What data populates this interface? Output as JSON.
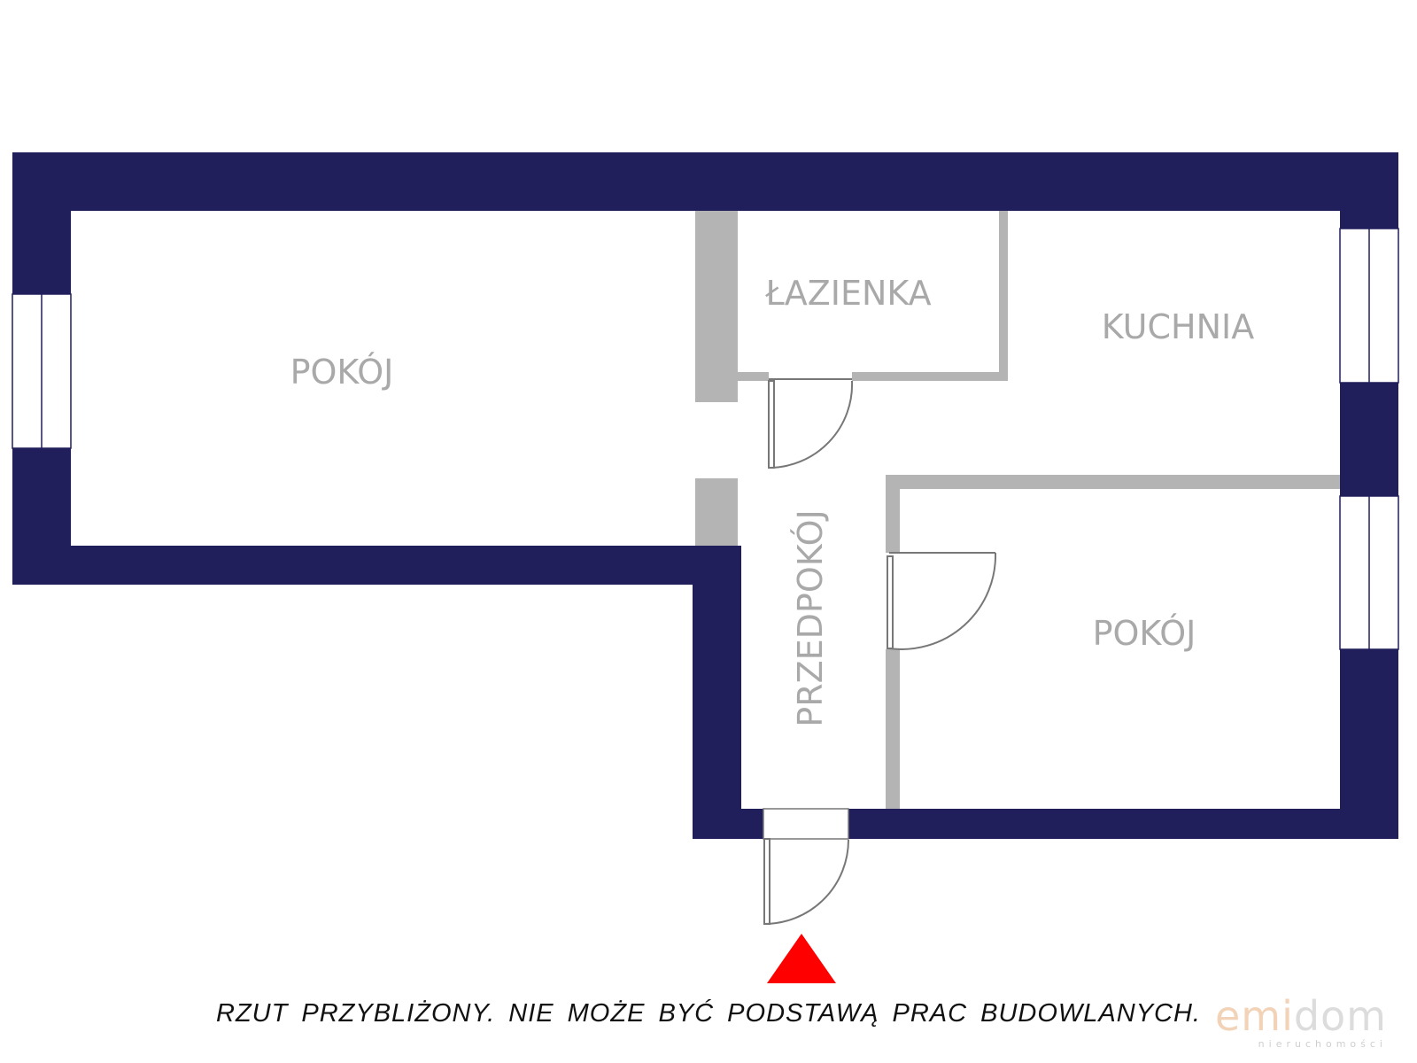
{
  "colors": {
    "outer_wall": "#211f5b",
    "inner_wall": "#b4b4b4",
    "label": "#a9a9a9",
    "entrance_marker": "#ff0000"
  },
  "rooms": [
    {
      "id": "pokoj-1",
      "label": "POKÓJ"
    },
    {
      "id": "lazienka",
      "label": "ŁAZIENKA"
    },
    {
      "id": "kuchnia",
      "label": "KUCHNIA"
    },
    {
      "id": "przedpokoj",
      "label": "PRZEDPOKÓJ"
    },
    {
      "id": "pokoj-2",
      "label": "POKÓJ"
    }
  ],
  "caption": "RZUT  PRZYBLIŻONY.  NIE  MOŻE  BYĆ  PODSTAWĄ  PRAC  BUDOWLANYCH.",
  "logo": {
    "prefix": "emi",
    "suffix": "dom",
    "subtitle": "nieruchomości"
  }
}
